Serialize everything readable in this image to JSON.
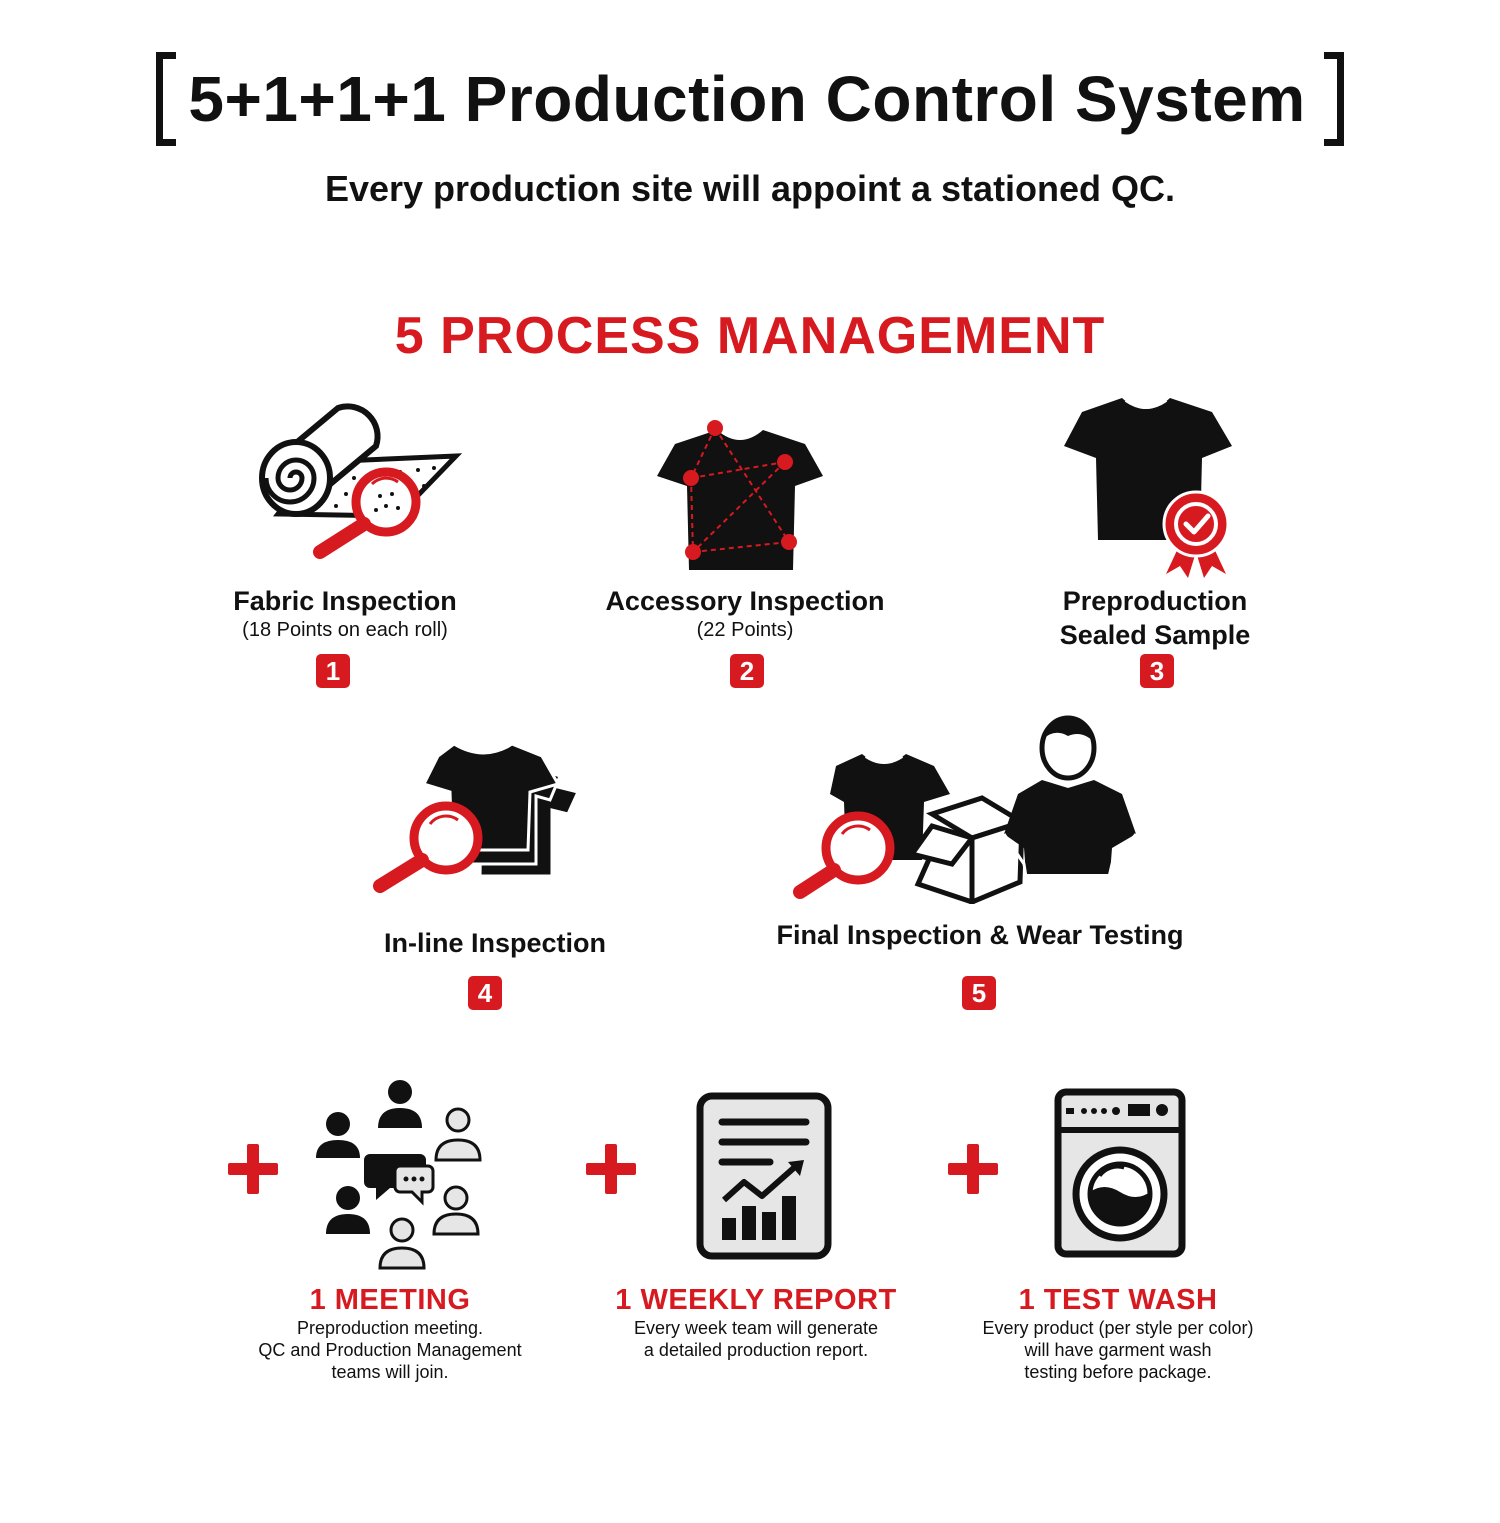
{
  "header": {
    "title": "5+1+1+1 Production Control System",
    "subtitle": "Every production site will appoint a stationed QC."
  },
  "section": {
    "title": "5 PROCESS MANAGEMENT"
  },
  "colors": {
    "accent": "#d71920",
    "ink": "#111111"
  },
  "steps": [
    {
      "label": "Fabric Inspection",
      "sub": "(18 Points on each roll)",
      "number": "1",
      "icon": "fabric-roll-magnifier-icon"
    },
    {
      "label": "Accessory Inspection",
      "sub": "(22 Points)",
      "number": "2",
      "icon": "tshirt-measure-points-icon"
    },
    {
      "label_line1": "Preproduction",
      "label_line2": "Sealed Sample",
      "number": "3",
      "icon": "tshirt-seal-badge-icon"
    },
    {
      "label": "In-line Inspection",
      "number": "4",
      "icon": "stacked-tshirts-magnifier-icon"
    },
    {
      "label": "Final Inspection & Wear Testing",
      "number": "5",
      "icon": "tshirt-box-person-icon"
    }
  ],
  "extras": [
    {
      "title": "1 MEETING",
      "desc": [
        "Preproduction meeting.",
        "QC and Production Management",
        "teams will join."
      ],
      "icon": "meeting-people-icon"
    },
    {
      "title": "1 WEEKLY REPORT",
      "desc": [
        "Every week team will generate",
        "a detailed production report."
      ],
      "icon": "report-chart-icon"
    },
    {
      "title": "1 TEST WASH",
      "desc": [
        "Every product (per style per color)",
        "will have garment wash",
        "testing before package."
      ],
      "icon": "washing-machine-icon"
    }
  ]
}
